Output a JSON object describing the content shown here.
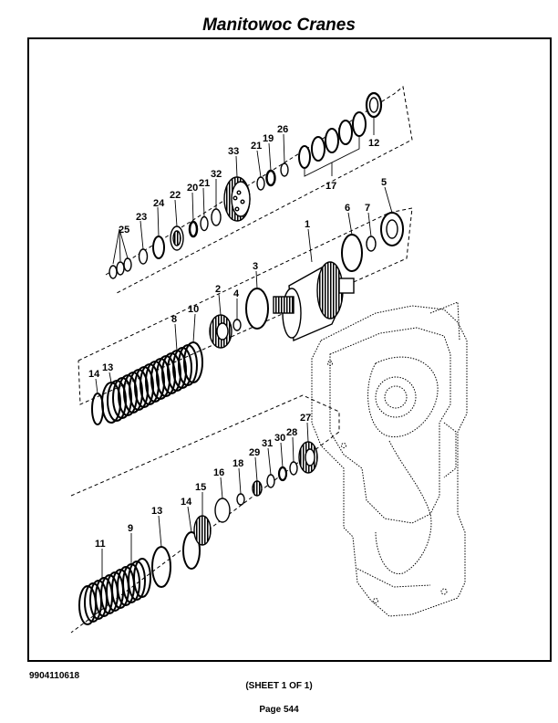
{
  "header": {
    "title": "Manitowoc Cranes"
  },
  "footer": {
    "doc_number": "9904110618",
    "sheet": "(SHEET 1 OF 1)",
    "page": "Page 544"
  },
  "callouts": {
    "c1": "1",
    "c2": "2",
    "c3": "3",
    "c4": "4",
    "c5": "5",
    "c6": "6",
    "c7": "7",
    "c8": "8",
    "c9": "9",
    "c10": "10",
    "c11": "11",
    "c12": "12",
    "c13a": "13",
    "c13b": "13",
    "c14a": "14",
    "c14b": "14",
    "c15": "15",
    "c16": "16",
    "c17": "17",
    "c18": "18",
    "c19": "19",
    "c20": "20",
    "c21a": "21",
    "c21b": "21",
    "c22": "22",
    "c23": "23",
    "c24": "24",
    "c25": "25",
    "c26": "26",
    "c27": "27",
    "c28": "28",
    "c29": "29",
    "c30": "30",
    "c31": "31",
    "c32": "32",
    "c33": "33"
  }
}
